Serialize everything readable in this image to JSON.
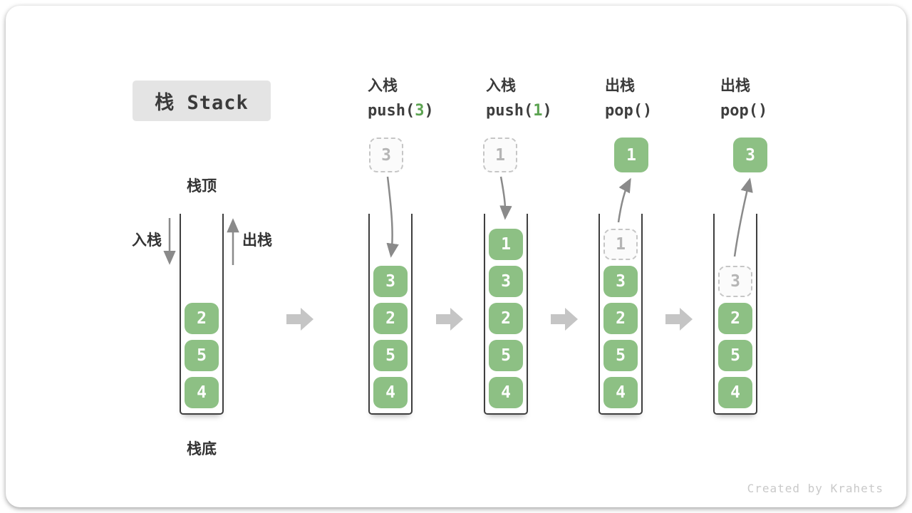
{
  "title": "栈 Stack",
  "credit": "Created by Krahets",
  "labels": {
    "stack_top": "栈顶",
    "stack_bottom": "栈底",
    "push": "入栈",
    "pop": "出栈"
  },
  "operations": [
    {
      "label": "入栈",
      "code_pre": "push(",
      "arg": "3",
      "code_post": ")"
    },
    {
      "label": "入栈",
      "code_pre": "push(",
      "arg": "1",
      "code_post": ")"
    },
    {
      "label": "出栈",
      "code_pre": "pop(",
      "arg": "",
      "code_post": ")"
    },
    {
      "label": "出栈",
      "code_pre": "pop(",
      "arg": "",
      "code_post": ")"
    }
  ],
  "stacks": [
    {
      "cells": [
        {
          "value": "2",
          "style": "solid"
        },
        {
          "value": "5",
          "style": "solid"
        },
        {
          "value": "4",
          "style": "solid"
        }
      ]
    },
    {
      "float": {
        "value": "3",
        "style": "dashed"
      },
      "arrow": "in",
      "cells": [
        {
          "value": "3",
          "style": "solid"
        },
        {
          "value": "2",
          "style": "solid"
        },
        {
          "value": "5",
          "style": "solid"
        },
        {
          "value": "4",
          "style": "solid"
        }
      ]
    },
    {
      "float": {
        "value": "1",
        "style": "dashed"
      },
      "arrow": "in",
      "cells": [
        {
          "value": "1",
          "style": "solid"
        },
        {
          "value": "3",
          "style": "solid"
        },
        {
          "value": "2",
          "style": "solid"
        },
        {
          "value": "5",
          "style": "solid"
        },
        {
          "value": "4",
          "style": "solid"
        }
      ]
    },
    {
      "float": {
        "value": "1",
        "style": "solid"
      },
      "arrow": "out",
      "cells": [
        {
          "value": "1",
          "style": "dashed"
        },
        {
          "value": "3",
          "style": "solid"
        },
        {
          "value": "2",
          "style": "solid"
        },
        {
          "value": "5",
          "style": "solid"
        },
        {
          "value": "4",
          "style": "solid"
        }
      ]
    },
    {
      "float": {
        "value": "3",
        "style": "solid"
      },
      "arrow": "out",
      "cells": [
        {
          "value": "3",
          "style": "dashed"
        },
        {
          "value": "2",
          "style": "solid"
        },
        {
          "value": "5",
          "style": "solid"
        },
        {
          "value": "4",
          "style": "solid"
        }
      ]
    }
  ],
  "colors": {
    "cell_green": "#8dc084",
    "code_arg_green": "#5ca351",
    "thin_arrow_gray": "#8a8a8a",
    "block_arrow_gray": "#c5c5c5",
    "badge_bg": "#e4e4e4",
    "text_dark": "#3a3a3a",
    "dashed_border": "#c6c6c6",
    "dashed_text": "#b5b5b5",
    "container_wall": "#3f3f3f",
    "credit_gray": "#c9c9c9"
  }
}
